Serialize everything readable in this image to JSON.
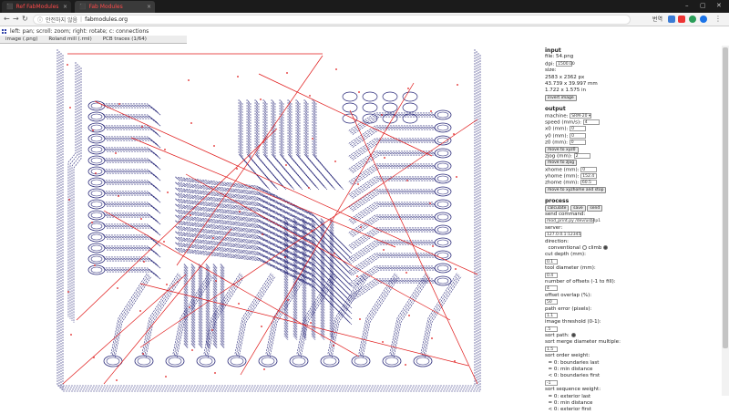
{
  "browser": {
    "tabs": [
      {
        "title": "Ref FabModules",
        "active": false
      },
      {
        "title": "Fab Modules",
        "active": true
      }
    ],
    "address": {
      "security": "안전하지 않음",
      "url": "fabmodules.org"
    },
    "lang_button": "번역"
  },
  "hint": "left: pan; scroll: zoom; right: rotate; c: connections",
  "breadcrumbs": [
    "image (.png)",
    "Roland mill (.rml)",
    "PCB traces (1/64)"
  ],
  "panel": {
    "input": {
      "heading": "input",
      "file": "file: 54.png",
      "dpi_label": "dpi:",
      "dpi_value": "1500.00",
      "size_label": "size:",
      "size_px": "2583 x 2362 px",
      "size_mm": "43.739 x 39.997 mm",
      "size_in": "1.722 x 1.575 in",
      "invert_button": "invert image"
    },
    "output": {
      "heading": "output",
      "machine_label": "machine:",
      "machine_value": "SRM-20",
      "speed_label": "speed (mm/s):",
      "speed_value": "4",
      "x0_label": "x0 (mm):",
      "x0_value": "0",
      "y0_label": "y0 (mm):",
      "y0_value": "0",
      "z0_label": "z0 (mm):",
      "z0_value": "0",
      "move_xyz0": "move to xyz0",
      "zjog_label": "zjog (mm):",
      "zjog_value": "2",
      "move_zjog": "move to zjog",
      "xhome_label": "xhome (mm):",
      "xhome_value": "0",
      "yhome_label": "yhome (mm):",
      "yhome_value": "152.4",
      "zhome_label": "zhome (mm):",
      "zhome_value": "60.5",
      "move_home": "move to xyzhome and stop"
    },
    "process": {
      "heading": "process",
      "calculate": "calculate",
      "save": "save",
      "send": "send",
      "send_cmd_label": "send command:",
      "send_cmd_value": "mod_print.py /dev/usb/lp1",
      "server_label": "server:",
      "server_value": "127.0.0.1:12345",
      "direction_label": "direction:",
      "conventional": "conventional",
      "climb": "climb",
      "cut_depth_label": "cut depth (mm):",
      "cut_depth_value": "0.1",
      "tool_diameter_label": "tool diameter (mm):",
      "tool_diameter_value": "0.4",
      "offsets_label": "number of offsets (-1 to fill):",
      "offsets_value": "4",
      "overlap_label": "offset overlap (%):",
      "overlap_value": "50",
      "path_error_label": "path error (pixels):",
      "path_error_value": "1.1",
      "threshold_label": "image threshold (0-1):",
      "threshold_value": ".5",
      "sort_path_label": "sort path:",
      "merge_label": "sort merge diameter multiple:",
      "merge_value": "1.5",
      "order_label": "sort order weight:",
      "order_1": "= 0: boundaries last",
      "order_2": "= 0: min distance",
      "order_3": "< 0: boundaries first",
      "order_value": "-1",
      "sequence_label": "sort sequence weight:",
      "seq_1": "= 0: exterior last",
      "seq_2": "= 0: min distance",
      "seq_3": "< 0: exterior first"
    }
  },
  "colors": {
    "path": "#2a2a7a",
    "move": "#e01818",
    "accent": "#d21f26"
  }
}
